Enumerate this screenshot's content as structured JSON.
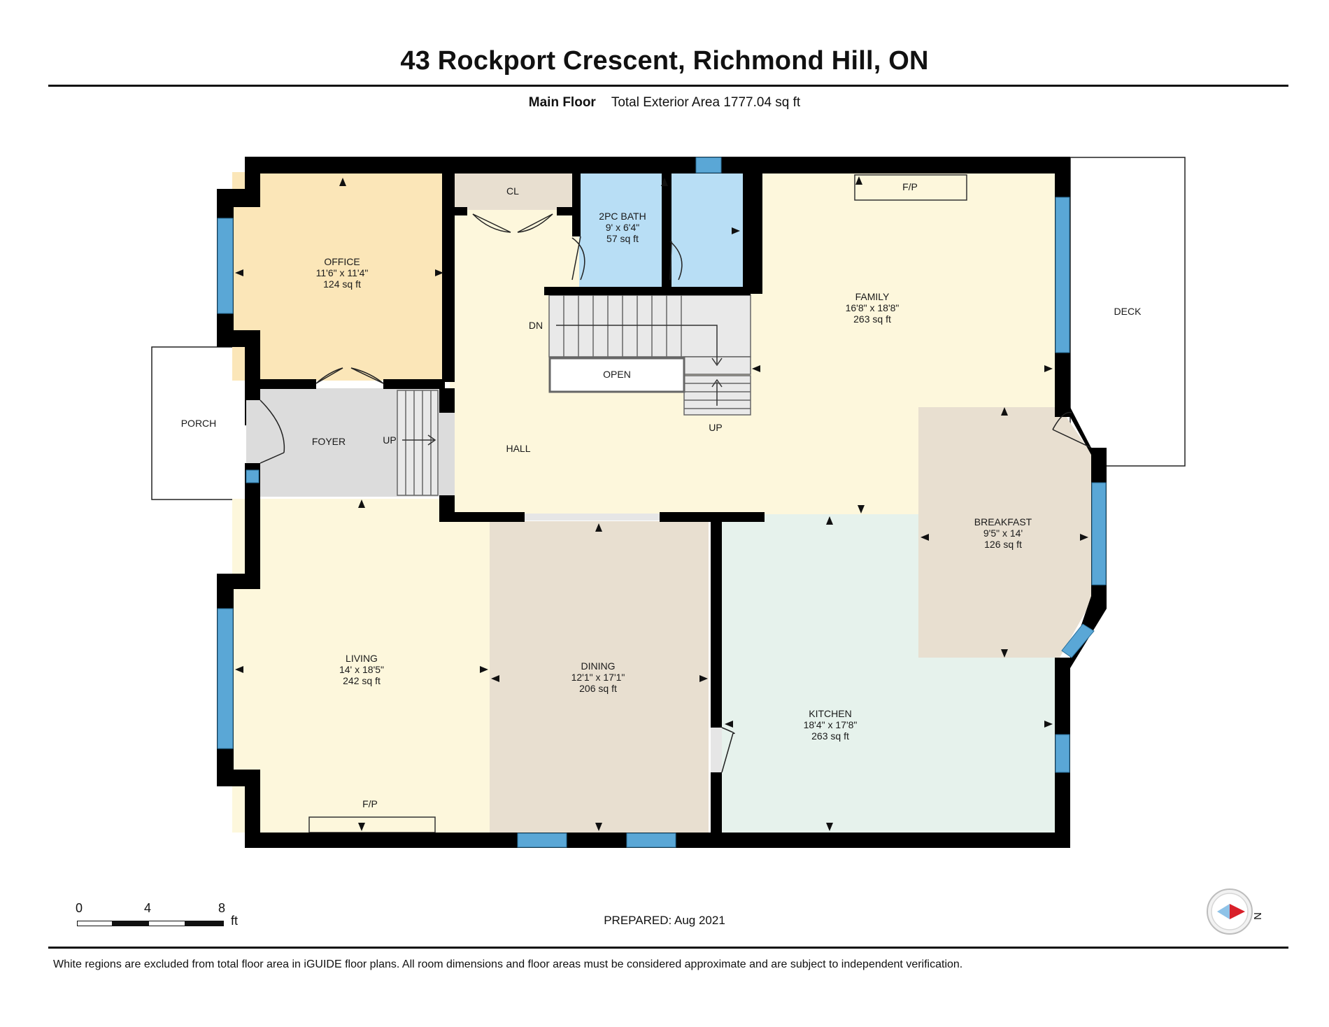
{
  "header": {
    "title": "43 Rockport Crescent, Richmond Hill, ON",
    "floor_name": "Main Floor",
    "area_text": "Total Exterior Area 1777.04 sq ft"
  },
  "rooms": {
    "office": {
      "name": "OFFICE",
      "dims": "11'6\" x 11'4\"",
      "area": "124 sq ft"
    },
    "cl": {
      "name": "CL"
    },
    "bath": {
      "name": "2PC BATH",
      "dims": "9' x 6'4\"",
      "area": "57 sq ft"
    },
    "family": {
      "name": "FAMILY",
      "dims": "16'8\" x 18'8\"",
      "area": "263 sq ft"
    },
    "fp_family": {
      "name": "F/P"
    },
    "deck": {
      "name": "DECK"
    },
    "dn": {
      "name": "DN"
    },
    "open": {
      "name": "OPEN"
    },
    "up_stairs": {
      "name": "UP"
    },
    "porch": {
      "name": "PORCH"
    },
    "foyer": {
      "name": "FOYER"
    },
    "up_foyer": {
      "name": "UP"
    },
    "hall": {
      "name": "HALL"
    },
    "breakfast": {
      "name": "BREAKFAST",
      "dims": "9'5\" x 14'",
      "area": "126 sq ft"
    },
    "living": {
      "name": "LIVING",
      "dims": "14' x 18'5\"",
      "area": "242 sq ft"
    },
    "fp_living": {
      "name": "F/P"
    },
    "dining": {
      "name": "DINING",
      "dims": "12'1\" x 17'1\"",
      "area": "206 sq ft"
    },
    "kitchen": {
      "name": "KITCHEN",
      "dims": "18'4\" x 17'8\"",
      "area": "263 sq ft"
    }
  },
  "scale": {
    "ticks": [
      "0",
      "4",
      "8"
    ],
    "unit": "ft"
  },
  "compass": {
    "label": "N"
  },
  "footer": {
    "prepared": "PREPARED: Aug 2021",
    "disclaimer": "White regions are excluded from total floor area in iGUIDE floor plans. All room dimensions and floor areas must be considered approximate and are subject to independent verification."
  },
  "colors": {
    "wall": "#000000",
    "window": "#5aa7d6",
    "office": "#fbe6b8",
    "hall": "#fdf7dc",
    "bath": "#b8def5",
    "closet": "#e8dfd0",
    "foyer": "#dcdcdc",
    "dining": "#e8dfd0",
    "kitchen": "#e6f2ec",
    "breakfast": "#e8dfd0",
    "compass_arrow": "#d8202a"
  }
}
